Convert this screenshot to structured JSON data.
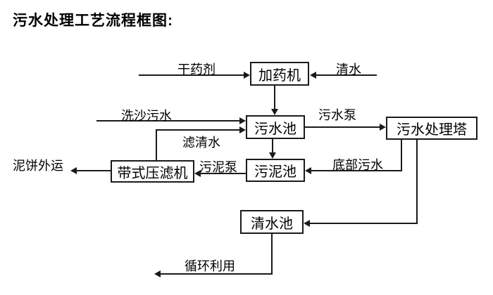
{
  "title": "污水处理工艺流程框图:",
  "colors": {
    "line": "#1a1a1a",
    "background": "#ffffff",
    "text": "#000000"
  },
  "nodes": {
    "dosing_machine": "加药机",
    "sewage_pool": "污水池",
    "treatment_tower": "污水处理塔",
    "sludge_pool": "污泥池",
    "belt_filter_press": "带式压滤机",
    "clean_water_pool": "清水池"
  },
  "edges": [
    {
      "id": "dry-agent-input",
      "label": "干药剂",
      "to": "dosing_machine"
    },
    {
      "id": "clean-water-input",
      "label": "清水",
      "to": "dosing_machine"
    },
    {
      "id": "dosing-to-sewage-pool",
      "label": "",
      "from": "dosing_machine",
      "to": "sewage_pool"
    },
    {
      "id": "sand-washing-input",
      "label": "洗沙污水",
      "to": "sewage_pool"
    },
    {
      "id": "press-to-sewage-pool",
      "label": "滤清水",
      "from": "belt_filter_press",
      "to": "sewage_pool"
    },
    {
      "id": "sewage-pool-to-tower",
      "label": "污水泵",
      "from": "sewage_pool",
      "to": "treatment_tower"
    },
    {
      "id": "sewage-to-sludge-pool",
      "label": "",
      "from": "sewage_pool",
      "to": "sludge_pool"
    },
    {
      "id": "tower-to-sludge-pool",
      "label": "底部污水",
      "from": "treatment_tower",
      "to": "sludge_pool"
    },
    {
      "id": "sludge-pool-to-press",
      "label": "污泥泵",
      "from": "sludge_pool",
      "to": "belt_filter_press"
    },
    {
      "id": "mud-cake-output",
      "label": "泥饼外运",
      "from": "belt_filter_press"
    },
    {
      "id": "tower-to-clean-pool",
      "label": "",
      "from": "treatment_tower",
      "to": "clean_water_pool"
    },
    {
      "id": "recycling-output",
      "label": "循环利用",
      "from": "clean_water_pool"
    }
  ]
}
